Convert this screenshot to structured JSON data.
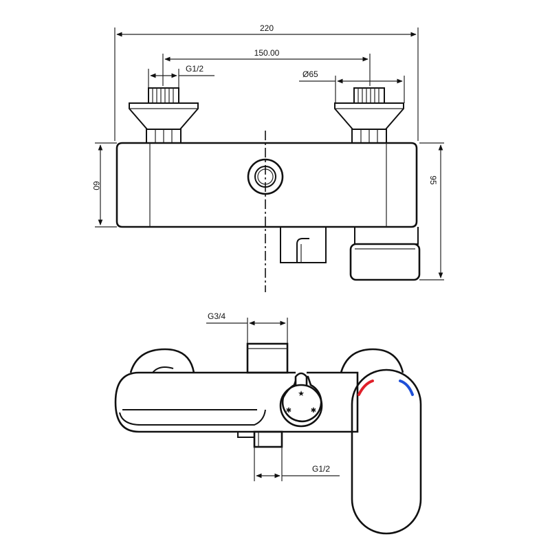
{
  "dimensions": {
    "overall_width": "220",
    "inlet_spacing": "150.00",
    "inlet_thread": "G1/2",
    "flange_diameter": "Ø65",
    "body_height": "60",
    "total_height": "95",
    "top_outlet_thread": "G3/4",
    "bottom_outlet_thread": "G1/2"
  },
  "colors": {
    "hot_indicator": "#e0202a",
    "cold_indicator": "#1e4fd8"
  }
}
